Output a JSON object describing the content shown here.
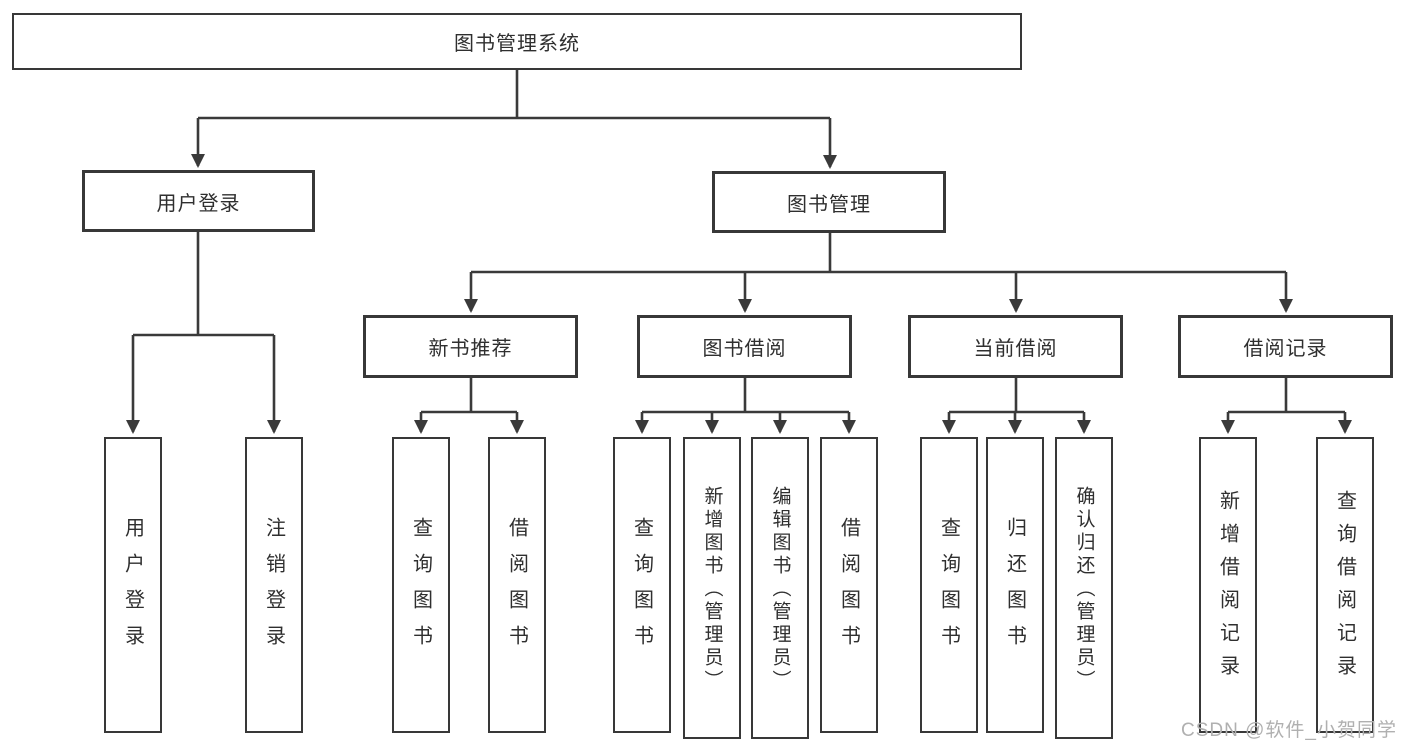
{
  "diagram": {
    "tree": {
      "root": {
        "label": "图书管理系统"
      },
      "children": [
        {
          "label": "用户登录",
          "children": [
            {
              "label": "用户登录"
            },
            {
              "label": "注销登录"
            }
          ]
        },
        {
          "label": "图书管理",
          "children": [
            {
              "label": "新书推荐",
              "children": [
                {
                  "label": "查询图书"
                },
                {
                  "label": "借阅图书"
                }
              ]
            },
            {
              "label": "图书借阅",
              "children": [
                {
                  "label": "查询图书"
                },
                {
                  "label": "新增图书（管理员）"
                },
                {
                  "label": "编辑图书（管理员）"
                },
                {
                  "label": "借阅图书"
                }
              ]
            },
            {
              "label": "当前借阅",
              "children": [
                {
                  "label": "查询图书"
                },
                {
                  "label": "归还图书"
                },
                {
                  "label": "确认归还（管理员）"
                }
              ]
            },
            {
              "label": "借阅记录",
              "children": [
                {
                  "label": "新增借阅记录"
                },
                {
                  "label": "查询借阅记录"
                }
              ]
            }
          ]
        }
      ]
    },
    "colors": {
      "line": "#3a3a3a",
      "box_border": "#383838",
      "text": "#2f2f2f",
      "background": "#ffffff",
      "watermark": "#b0b0b0"
    }
  },
  "watermark": {
    "text": "CSDN @软件_小贺同学"
  }
}
